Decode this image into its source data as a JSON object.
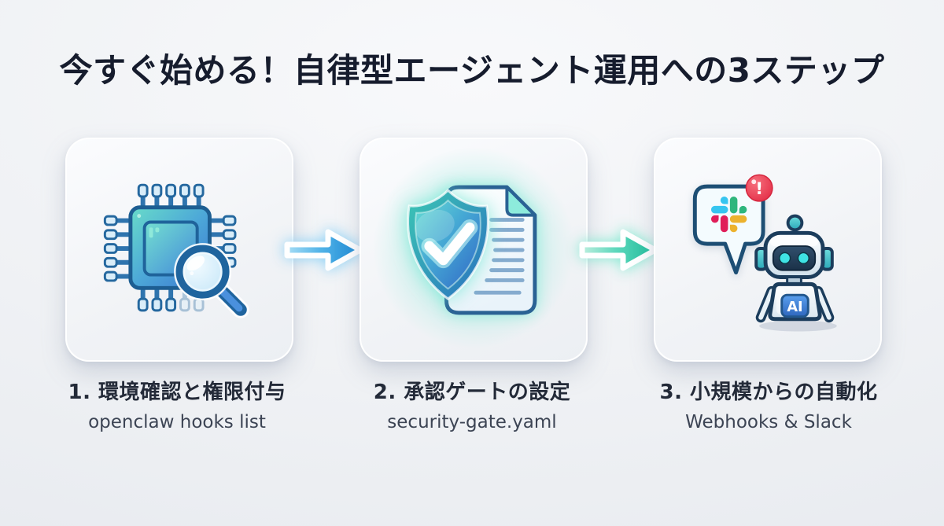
{
  "title": "今すぐ始める！自律型エージェント運用への3ステップ",
  "steps": [
    {
      "title": "1. 環境確認と権限付与",
      "caption": "openclaw hooks list",
      "icon": "chip-magnifier-icon"
    },
    {
      "title": "2. 承認ゲートの設定",
      "caption": "security-gate.yaml",
      "icon": "shield-check-document-icon"
    },
    {
      "title": "3. 小規模からの自動化",
      "caption": "Webhooks & Slack",
      "icon": "slack-alert-robot-icon"
    }
  ],
  "icons": {
    "robot_chip_label": "AI",
    "alert_glyph": "!"
  },
  "arrows": [
    {
      "name": "arrow-right-blue",
      "color": "#1d8ed8"
    },
    {
      "name": "arrow-right-teal",
      "color": "#1fbf9c"
    }
  ],
  "colors": {
    "title_text": "#161c2d",
    "step_title_text": "#232a38",
    "caption_text": "#3c4454",
    "arrow_blue": "#1d8ed8",
    "arrow_teal": "#1fbf9c",
    "alert_red": "#e8374e",
    "shield_teal": "#3cc8b4",
    "shield_blue": "#2a6fc0",
    "slack_blue": "#36C5F0",
    "slack_green": "#2EB67D",
    "slack_red": "#E01E5A",
    "slack_yellow": "#ECB22E"
  }
}
